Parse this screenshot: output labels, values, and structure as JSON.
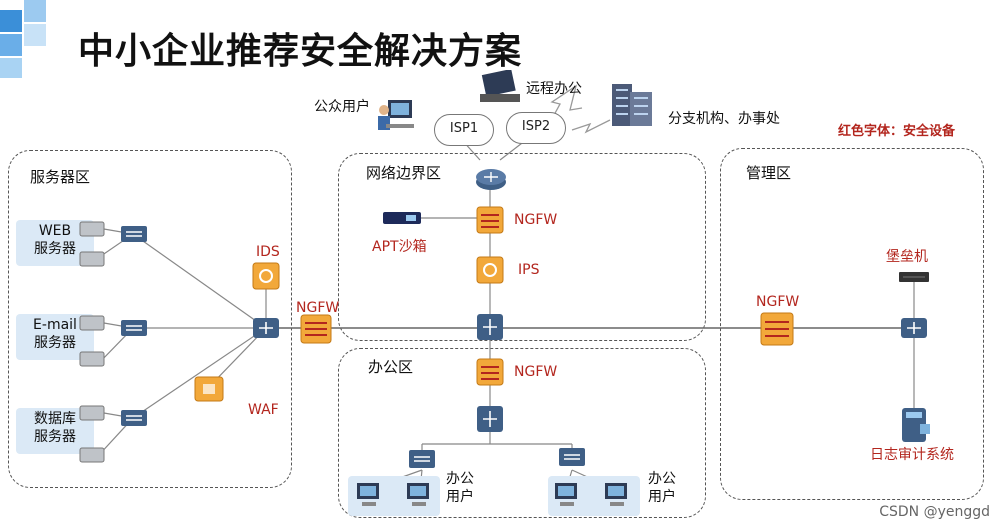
{
  "title": "中小企业推荐安全解决方案",
  "legend": "红色字体：安全设备",
  "zones": {
    "server": "服务器区",
    "border": "网络边界区",
    "office": "办公区",
    "mgmt": "管理区"
  },
  "servers": {
    "web": [
      "WEB",
      "服务器"
    ],
    "email": [
      "E-mail",
      "服务器"
    ],
    "db": [
      "数据库",
      "服务器"
    ]
  },
  "external": {
    "public_user": "公众用户",
    "remote": "远程办公",
    "branch": "分支机构、办事处",
    "isp1": "ISP1",
    "isp2": "ISP2"
  },
  "security_devices": {
    "ngfw_border": "NGFW",
    "apt": "APT沙箱",
    "ips": "IPS",
    "ngfw_core": "NGFW",
    "ids": "IDS",
    "waf": "WAF",
    "ngfw_office": "NGFW",
    "ngfw_mgmt": "NGFW",
    "bastion": "堡垒机",
    "log_audit": "日志审计系统"
  },
  "office_users": [
    "办公",
    "用户"
  ],
  "footer": "CSDN @yenggd",
  "colors": {
    "red_label": "#b3261e",
    "device_orange": "#f2a83a",
    "switch_blue": "#3f5f86",
    "server_box": "#dbe9f6"
  }
}
